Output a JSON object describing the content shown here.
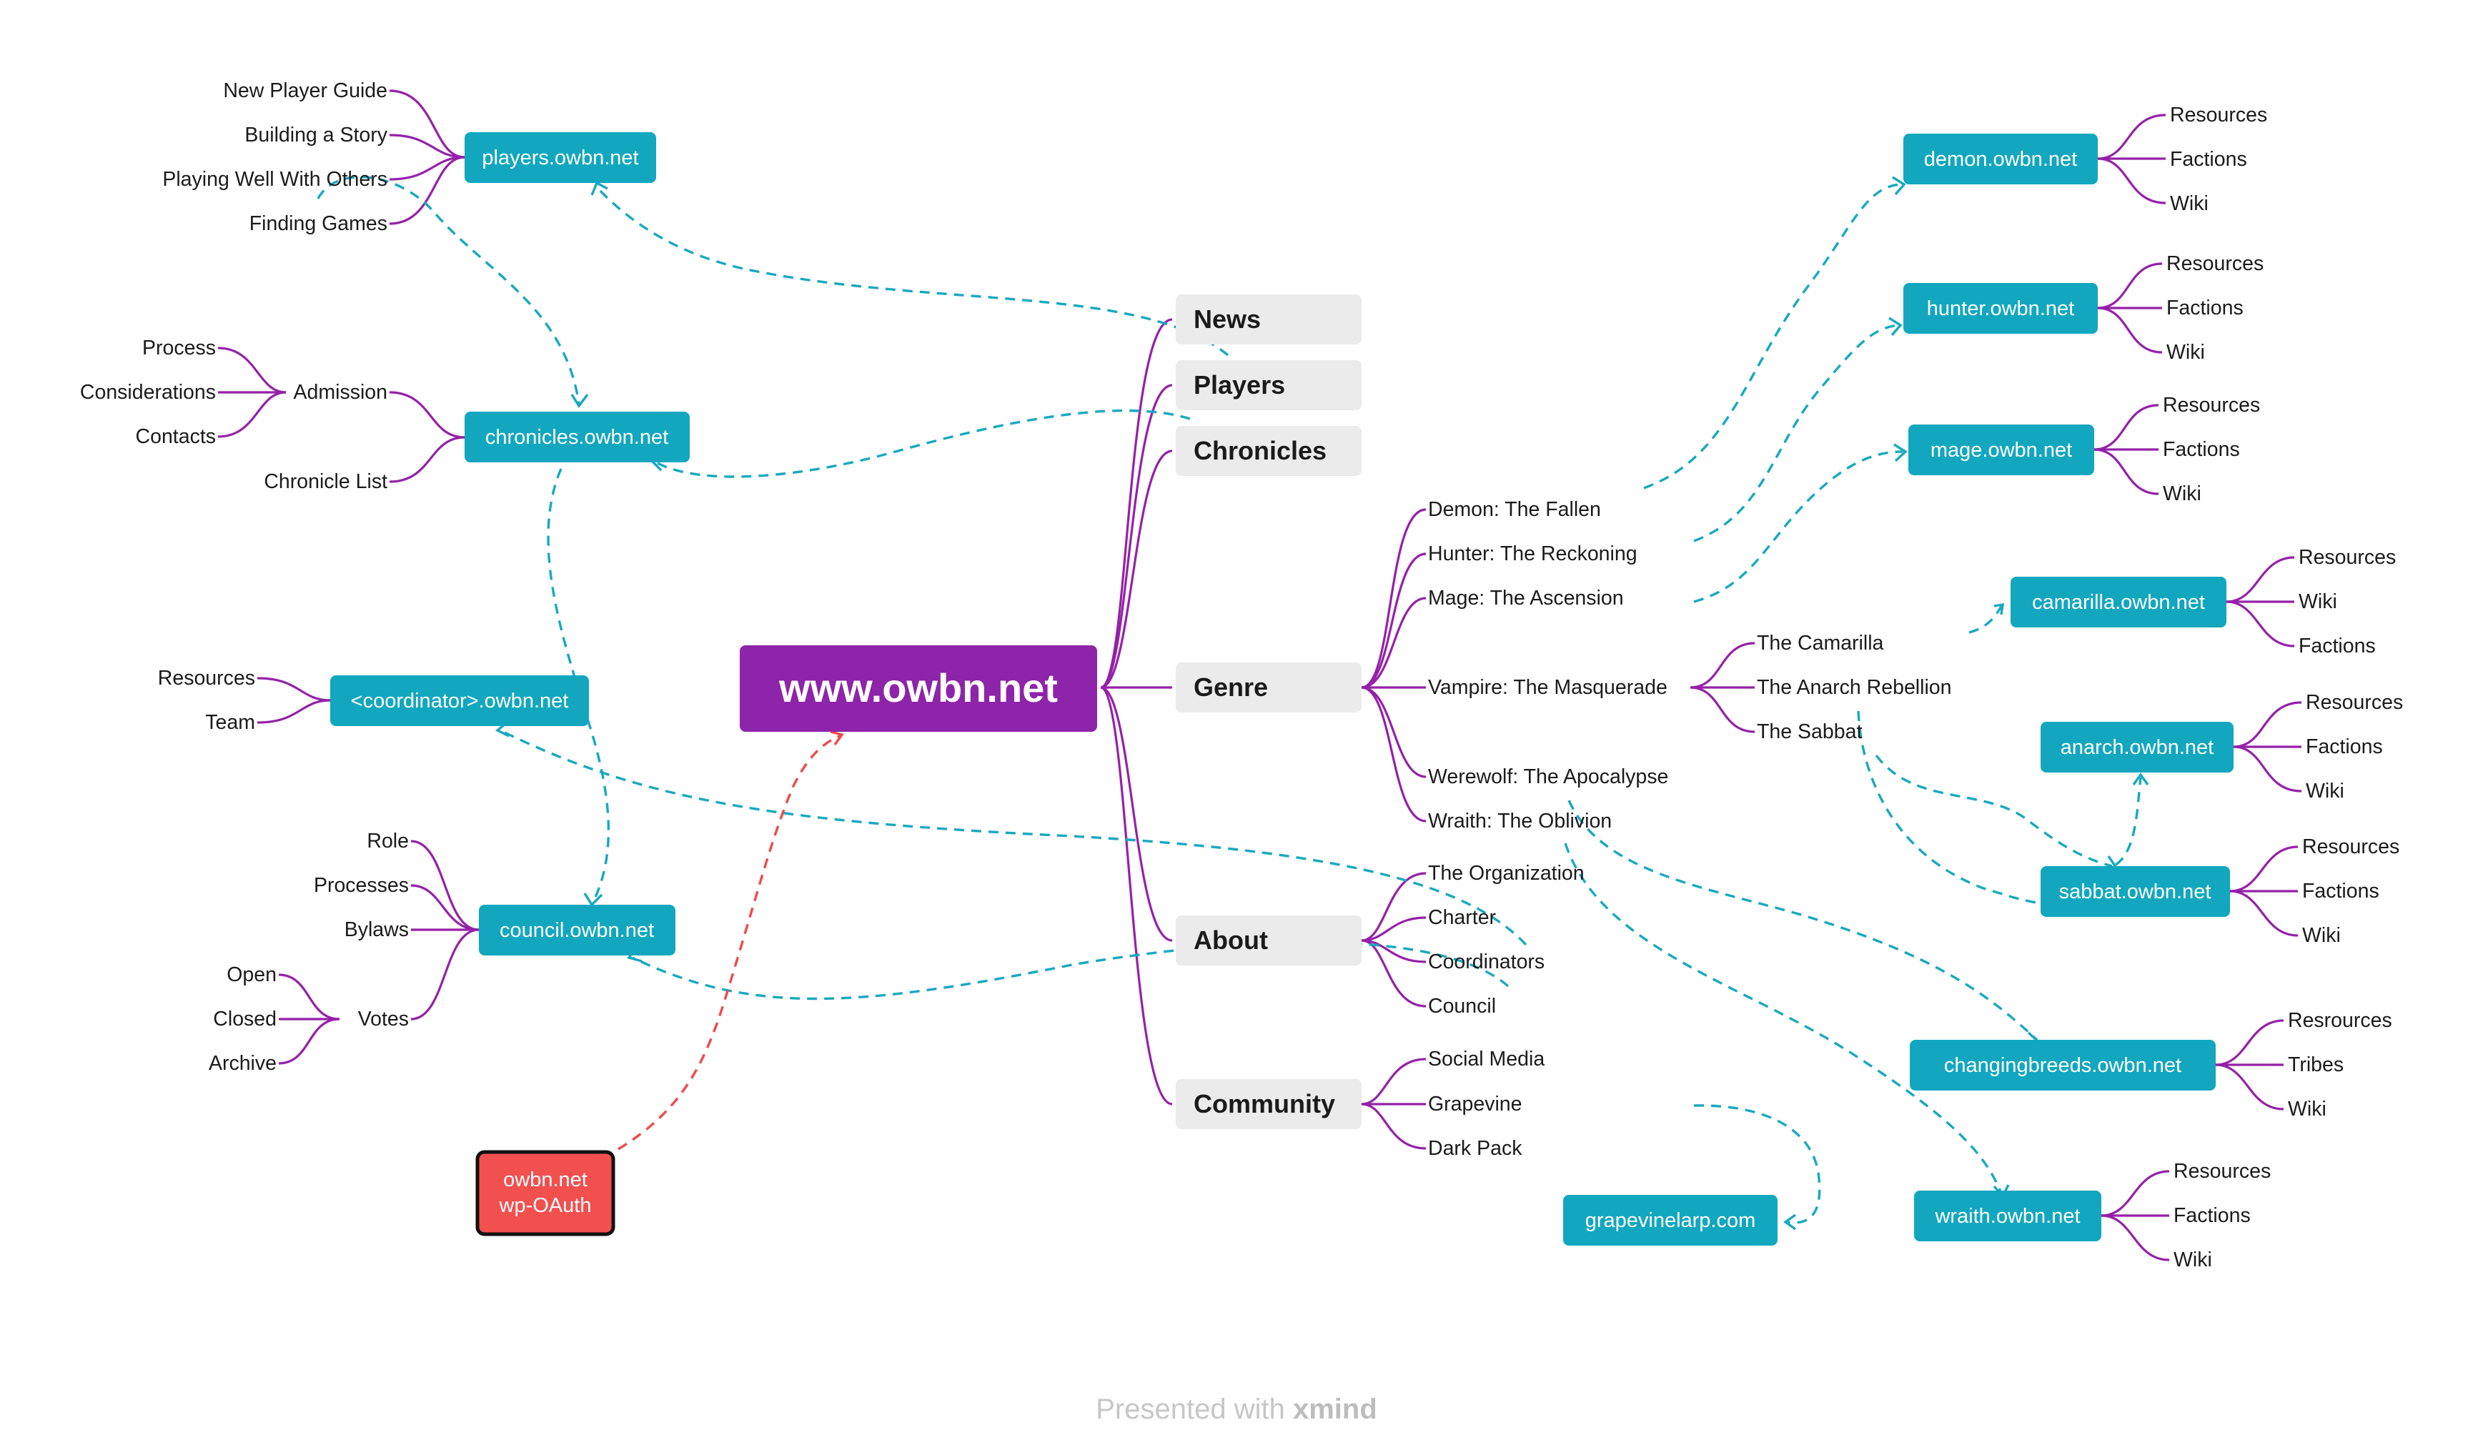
{
  "center": {
    "label": "www.owbn.net",
    "color": "#8e24aa"
  },
  "categories": {
    "news": "News",
    "players": "Players",
    "chronicles": "Chronicles",
    "genre": "Genre",
    "about": "About",
    "community": "Community"
  },
  "genre_items": {
    "demon": "Demon: The Fallen",
    "hunter": "Hunter: The Reckoning",
    "mage": "Mage: The Ascension",
    "vampire": "Vampire: The Masquerade",
    "werewolf": "Werewolf: The Apocalypse",
    "wraith": "Wraith: The Oblivion"
  },
  "vampire_items": {
    "camarilla": "The Camarilla",
    "anarch": "The Anarch Rebellion",
    "sabbat": "The Sabbat"
  },
  "about_items": {
    "organization": "The Organization",
    "charter": "Charter",
    "coordinators": "Coordinators",
    "council": "Council"
  },
  "community_items": {
    "social": "Social Media",
    "grapevine": "Grapevine",
    "darkpack": "Dark Pack"
  },
  "sites": {
    "players": "players.owbn.net",
    "chronicles": "chronicles.owbn.net",
    "coordinator": "<coordinator>.owbn.net",
    "council": "council.owbn.net",
    "wp_line1": "owbn.net",
    "wp_line2": "wp-OAuth",
    "demon": "demon.owbn.net",
    "hunter": "hunter.owbn.net",
    "mage": "mage.owbn.net",
    "camarilla": "camarilla.owbn.net",
    "anarch": "anarch.owbn.net",
    "sabbat": "sabbat.owbn.net",
    "changingbreeds": "changingbreeds.owbn.net",
    "wraith": "wraith.owbn.net",
    "grapevine": "grapevinelarp.com"
  },
  "players_items": {
    "guide": "New Player Guide",
    "story": "Building a Story",
    "playing": "Playing Well With Others",
    "finding": "Finding Games"
  },
  "chronicles_items": {
    "admission": "Admission",
    "process": "Process",
    "considerations": "Considerations",
    "contacts": "Contacts",
    "list": "Chronicle List"
  },
  "coordinator_items": {
    "resources": "Resources",
    "team": "Team"
  },
  "council_items": {
    "role": "Role",
    "processes": "Processes",
    "bylaws": "Bylaws",
    "votes": "Votes",
    "open": "Open",
    "closed": "Closed",
    "archive": "Archive"
  },
  "site_children": {
    "demon": [
      "Resources",
      "Factions",
      "Wiki"
    ],
    "hunter": [
      "Resources",
      "Factions",
      "Wiki"
    ],
    "mage": [
      "Resources",
      "Factions",
      "Wiki"
    ],
    "camarilla": [
      "Resources",
      "Wiki",
      "Factions"
    ],
    "anarch": [
      "Resources",
      "Factions",
      "Wiki"
    ],
    "sabbat": [
      "Resources",
      "Factions",
      "Wiki"
    ],
    "changingbreeds": [
      "Resrources",
      "Tribes",
      "Wiki"
    ],
    "wraith": [
      "Resources",
      "Factions",
      "Wiki"
    ]
  },
  "footer": {
    "prefix": "Presented with ",
    "brand": "xmind"
  },
  "colors": {
    "branch": "#9521a8",
    "pill": "#12a7bf",
    "category_bg": "#ebebeb",
    "dash": "#17a9c0",
    "wp_box": "#f24f4f"
  }
}
